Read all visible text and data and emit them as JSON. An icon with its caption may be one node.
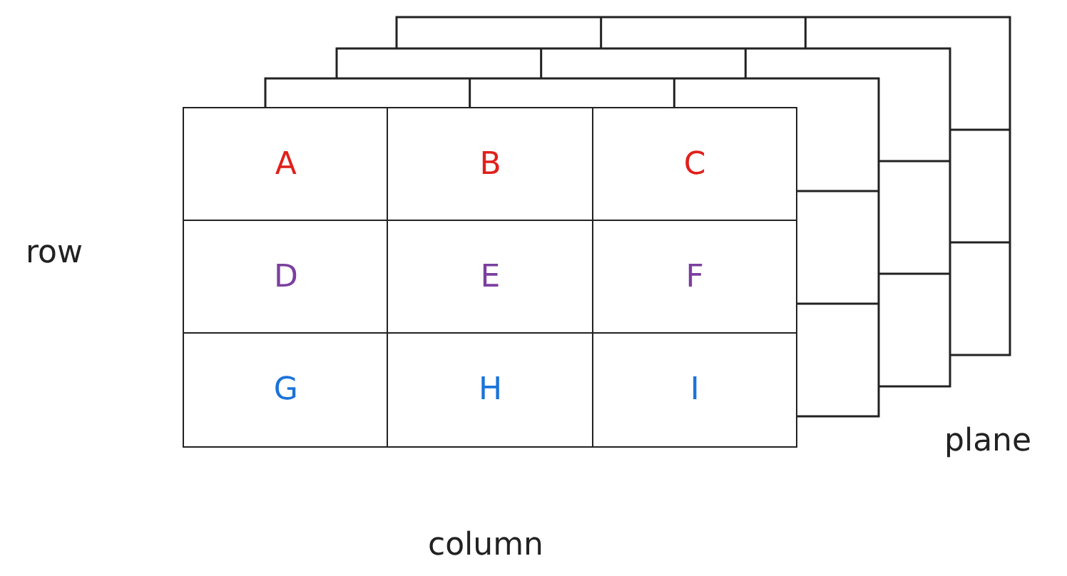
{
  "diagram": {
    "labels": [
      "A",
      "B",
      "C",
      "row",
      "D",
      "E",
      "F",
      "G",
      "H",
      "I",
      "plane",
      "column"
    ]
  }
}
